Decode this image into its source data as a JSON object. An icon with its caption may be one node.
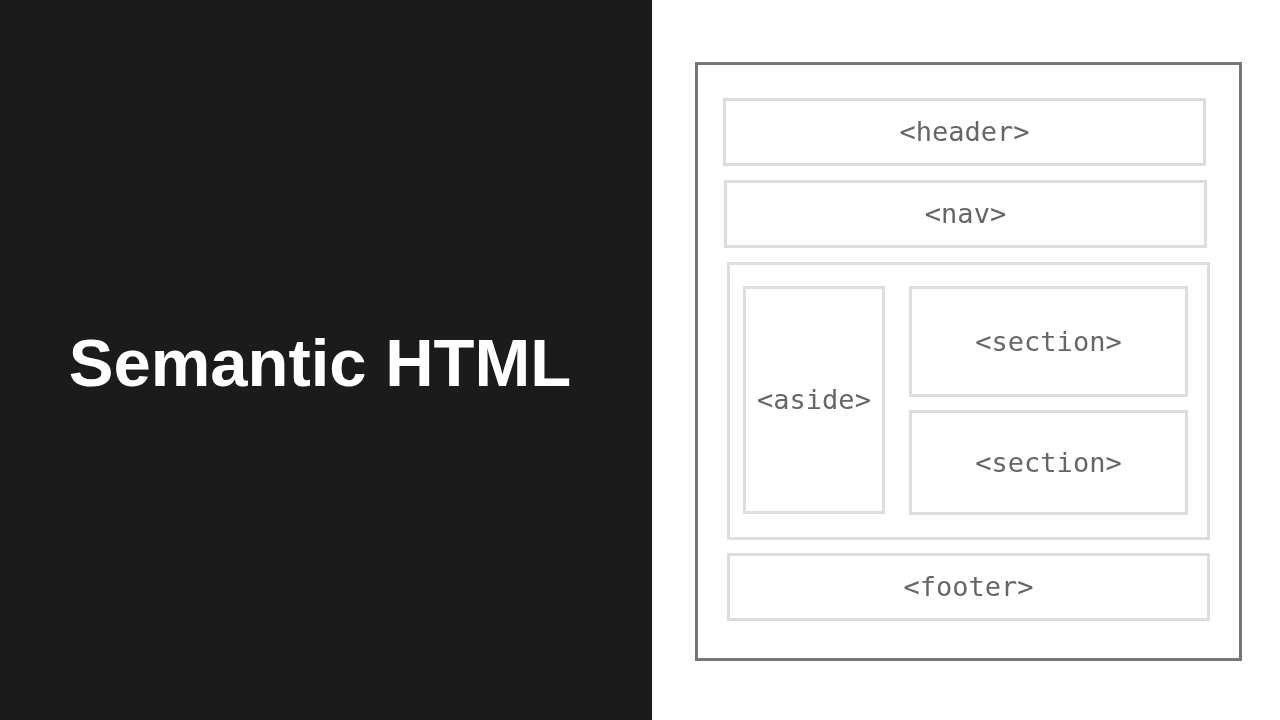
{
  "diagram": {
    "title": "Semantic HTML",
    "nodes": [
      {
        "text": [],
        "shape": "box"
      },
      {
        "text": [
          "<header>"
        ],
        "in": 0
      },
      {
        "text": [
          "<nav>"
        ],
        "in": 0
      },
      {
        "text": [],
        "shape": "box",
        "in": 0
      },
      {
        "text": [
          "<aside>"
        ],
        "in": 3
      },
      {
        "text": [
          "<section>"
        ],
        "in": 3
      },
      {
        "text": [
          "<section>"
        ],
        "in": 3
      },
      {
        "text": [
          "<footer>"
        ],
        "in": 0
      }
    ]
  }
}
